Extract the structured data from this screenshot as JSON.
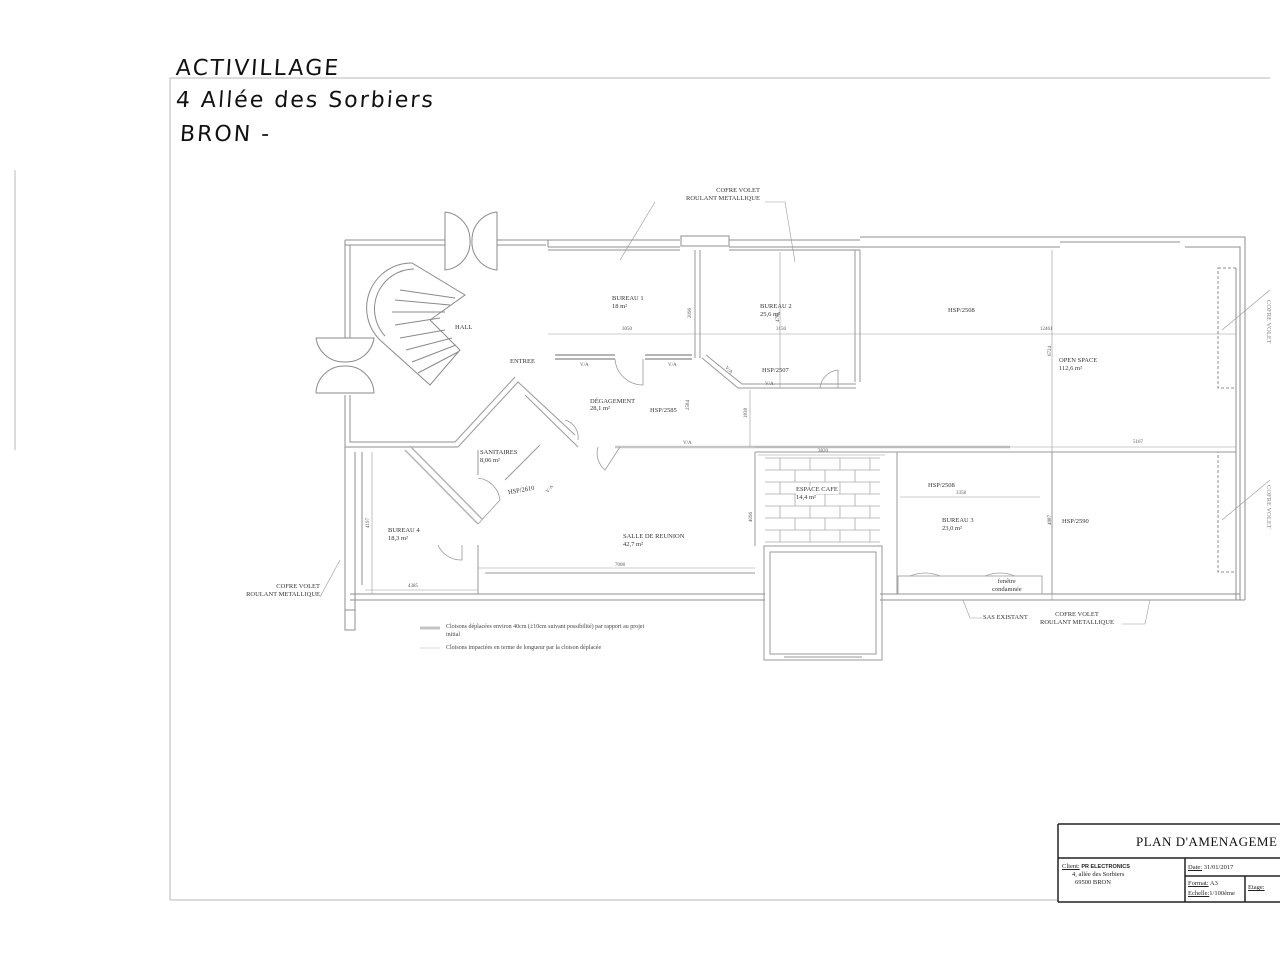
{
  "handwritten_note": {
    "line1": "ACTIVILLAGE",
    "line2": "4 Allée des Sorbiers",
    "line3": "BRON -"
  },
  "rooms": [
    {
      "id": "hall",
      "name": "HALL",
      "area": ""
    },
    {
      "id": "entree",
      "name": "ENTREE",
      "area": ""
    },
    {
      "id": "bureau1",
      "name": "BUREAU 1",
      "area": "18 m²"
    },
    {
      "id": "bureau2",
      "name": "BUREAU 2",
      "area": "25,6 m²"
    },
    {
      "id": "degagement",
      "name": "DÉGAGEMENT",
      "area": "28,1 m²"
    },
    {
      "id": "sanitaires",
      "name": "SANITAIRES",
      "area": "8,06 m²"
    },
    {
      "id": "bureau4",
      "name": "BUREAU 4",
      "area": "18,3 m²"
    },
    {
      "id": "salle_reunion",
      "name": "SALLE DE REUNION",
      "area": "42,7 m²"
    },
    {
      "id": "espace_cafe",
      "name": "ESPACE CAFE",
      "area": "14,4 m²"
    },
    {
      "id": "bureau3",
      "name": "BUREAU 3",
      "area": "23,0 m²"
    },
    {
      "id": "open_space",
      "name": "OPEN SPACE",
      "area": "112,6 m²"
    }
  ],
  "annotations": {
    "hsp_bureau2": "HSP/2507",
    "hsp_top_right": "HSP/2508",
    "hsp_degagement": "HSP/2585",
    "hsp_sanitaires": "HSP/2610",
    "hsp_bureau3": "HSP/2508",
    "hsp_open_bottom": "HSP/2590",
    "va": "V/A",
    "shutter_top": "COFRE VOLET\nROULANT METALLIQUE",
    "shutter_top_l1": "COFRE VOLET",
    "shutter_top_l2": "ROULANT METALLIQUE",
    "shutter_left_l1": "COFRE VOLET",
    "shutter_left_l2": "ROULANT METALLIQUE",
    "shutter_bottom_l1": "COFRE VOLET",
    "shutter_bottom_l2": "ROULANT METALLIQUE",
    "shutter_right_1": "COFRE VOLET",
    "shutter_right_2": "COFRE VOLET",
    "sas": "SAS EXISTANT",
    "fenetre_l1": "fenêtre",
    "fenetre_l2": "condamnée"
  },
  "dimensions": {
    "bureau1_width": "3050",
    "bureau2_width": "3150",
    "open_top_width": "12461",
    "open_bottom_width": "5167",
    "bureau3_width": "3358",
    "cafe_width": "3820",
    "salle_width": "7008",
    "bureau4_width": "4385",
    "v1": "2096",
    "v2": "4781",
    "v3": "6724",
    "v4": "1838",
    "v5": "4197",
    "v6": "4096",
    "v7": "4887",
    "deg": "2584"
  },
  "legend": [
    {
      "text": "Cloisons déplacées environ 40cm (±10cm suivant possibilité) par rapport au projet initial",
      "swatch": "#bdbdbd"
    },
    {
      "text": "Cloisons impactées en terme de longueur par la cloison déplacée",
      "swatch": "#e6e6e6"
    }
  ],
  "title_block": {
    "title": "PLAN D'AMENAGEME",
    "client_label": "Client:",
    "client_name": "PR ELECTRONICS",
    "address_l1": "4, allée des Sorbiers",
    "address_l2": "69500 BRON",
    "date_label": "Date:",
    "date": "31/01/2017",
    "format_label": "Format:",
    "format": "A3",
    "scale_label": "Echelle:",
    "scale": "1/100ème",
    "etage_label": "Etage:"
  },
  "colors": {
    "wall": "#9a9a9a",
    "wall_dark": "#555555",
    "line": "#8a8a8a",
    "frame": "#b5b5b5",
    "moved_partition": "#c4c4c4"
  }
}
